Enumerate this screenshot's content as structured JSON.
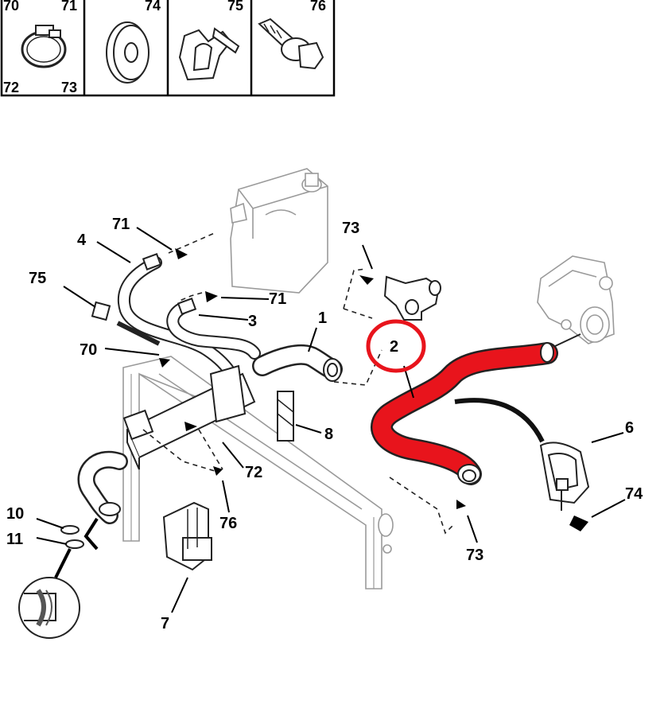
{
  "colors": {
    "highlight": "#e8141c",
    "ink": "#222222",
    "faint": "#9a9a9a",
    "background": "#ffffff"
  },
  "legend": {
    "cells": [
      {
        "tl": "70",
        "tr": "71",
        "bl": "72",
        "br": "73",
        "icon": "hose-clamp-icon"
      },
      {
        "tr": "74",
        "icon": "grommet-icon"
      },
      {
        "tr": "75",
        "icon": "hose-clip-icon"
      },
      {
        "tr": "76",
        "icon": "bolt-icon"
      }
    ]
  },
  "callouts": [
    {
      "id": "lbl-1",
      "text": "1"
    },
    {
      "id": "lbl-2",
      "text": "2"
    },
    {
      "id": "lbl-3",
      "text": "3"
    },
    {
      "id": "lbl-4",
      "text": "4"
    },
    {
      "id": "lbl-6",
      "text": "6"
    },
    {
      "id": "lbl-7",
      "text": "7"
    },
    {
      "id": "lbl-8",
      "text": "8"
    },
    {
      "id": "lbl-10",
      "text": "10"
    },
    {
      "id": "lbl-11",
      "text": "11"
    },
    {
      "id": "lbl-70",
      "text": "70"
    },
    {
      "id": "lbl-71a",
      "text": "71"
    },
    {
      "id": "lbl-71b",
      "text": "71"
    },
    {
      "id": "lbl-72",
      "text": "72"
    },
    {
      "id": "lbl-73a",
      "text": "73"
    },
    {
      "id": "lbl-73b",
      "text": "73"
    },
    {
      "id": "lbl-74",
      "text": "74"
    },
    {
      "id": "lbl-75",
      "text": "75"
    },
    {
      "id": "lbl-76",
      "text": "76"
    }
  ]
}
